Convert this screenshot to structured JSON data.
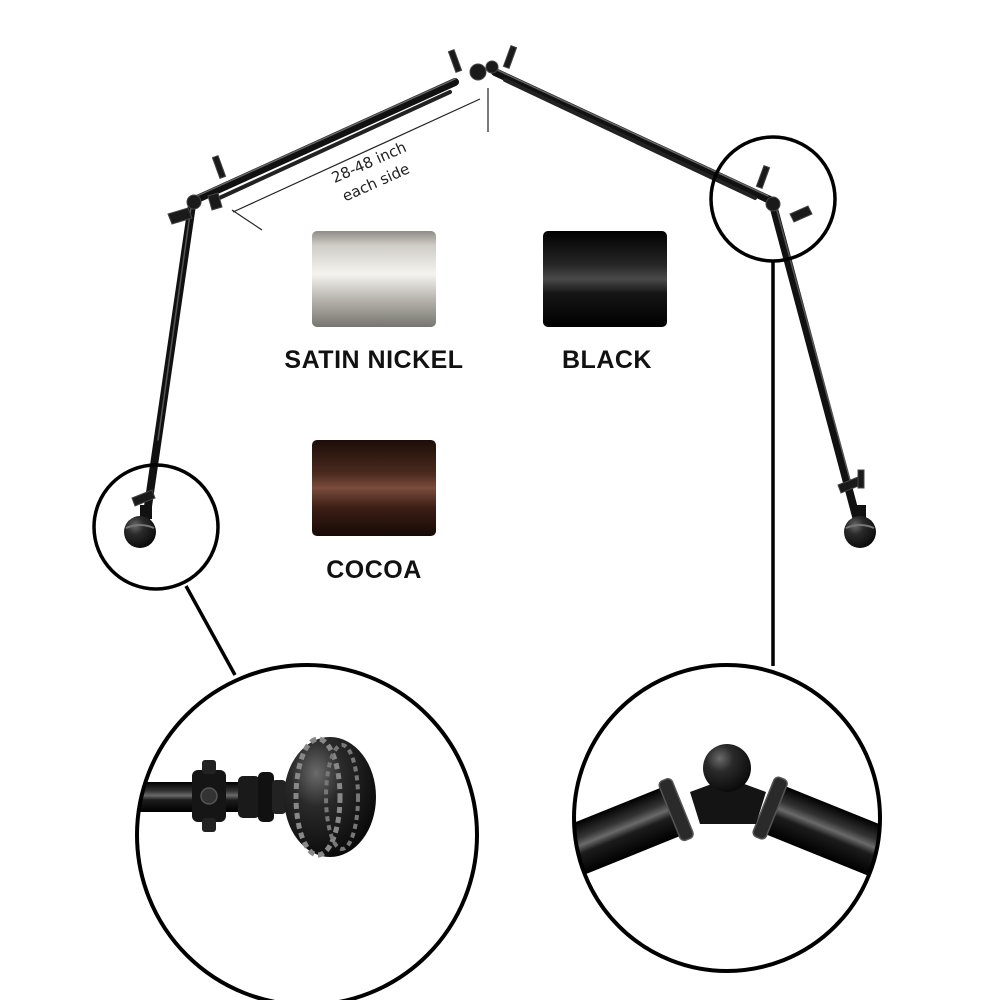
{
  "dimension": {
    "line1": "28-48 inch",
    "line2": "each side"
  },
  "swatches": [
    {
      "label": "SATIN NICKEL",
      "color": "#c9c7c0"
    },
    {
      "label": "BLACK",
      "color": "#0d0d0d"
    },
    {
      "label": "COCOA",
      "color": "#4a2a20"
    }
  ],
  "product": {
    "rod_color": "#1a1a1a",
    "callout_line_color": "#000000"
  },
  "icons": [
    "finial-detail-icon",
    "corner-connector-detail-icon"
  ]
}
